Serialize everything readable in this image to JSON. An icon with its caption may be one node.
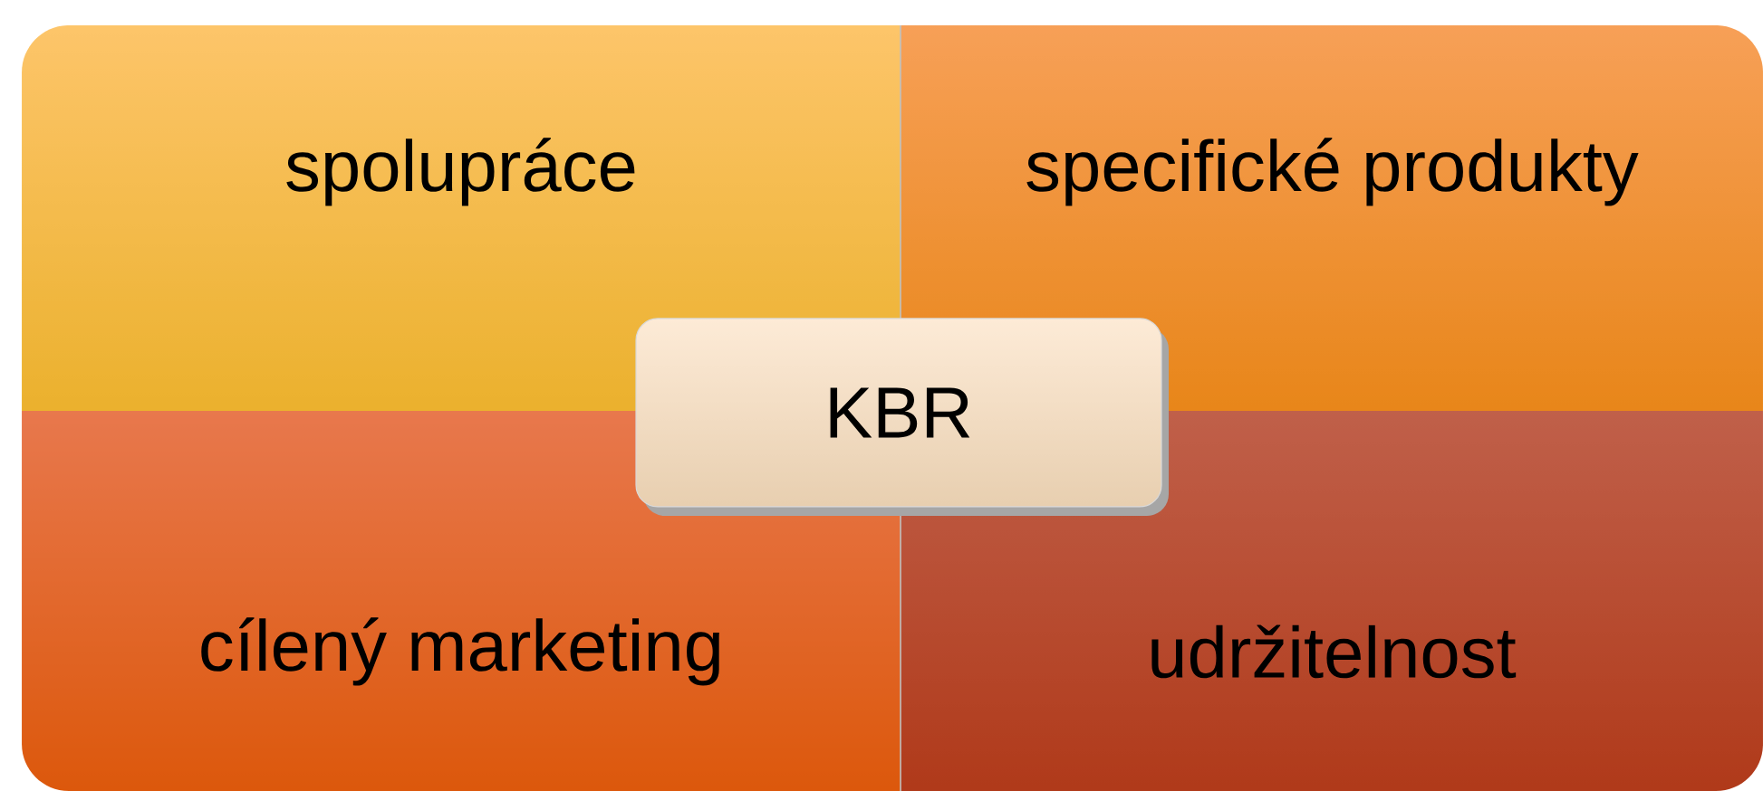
{
  "diagram": {
    "nodes": [
      {
        "text": [
          "spolupráce"
        ]
      },
      {
        "text": [
          "specifické produkty"
        ]
      },
      {
        "text": [
          "cílený marketing"
        ]
      },
      {
        "text": [
          "udržitelnost"
        ]
      },
      {
        "text": [
          "KBR"
        ]
      }
    ]
  }
}
